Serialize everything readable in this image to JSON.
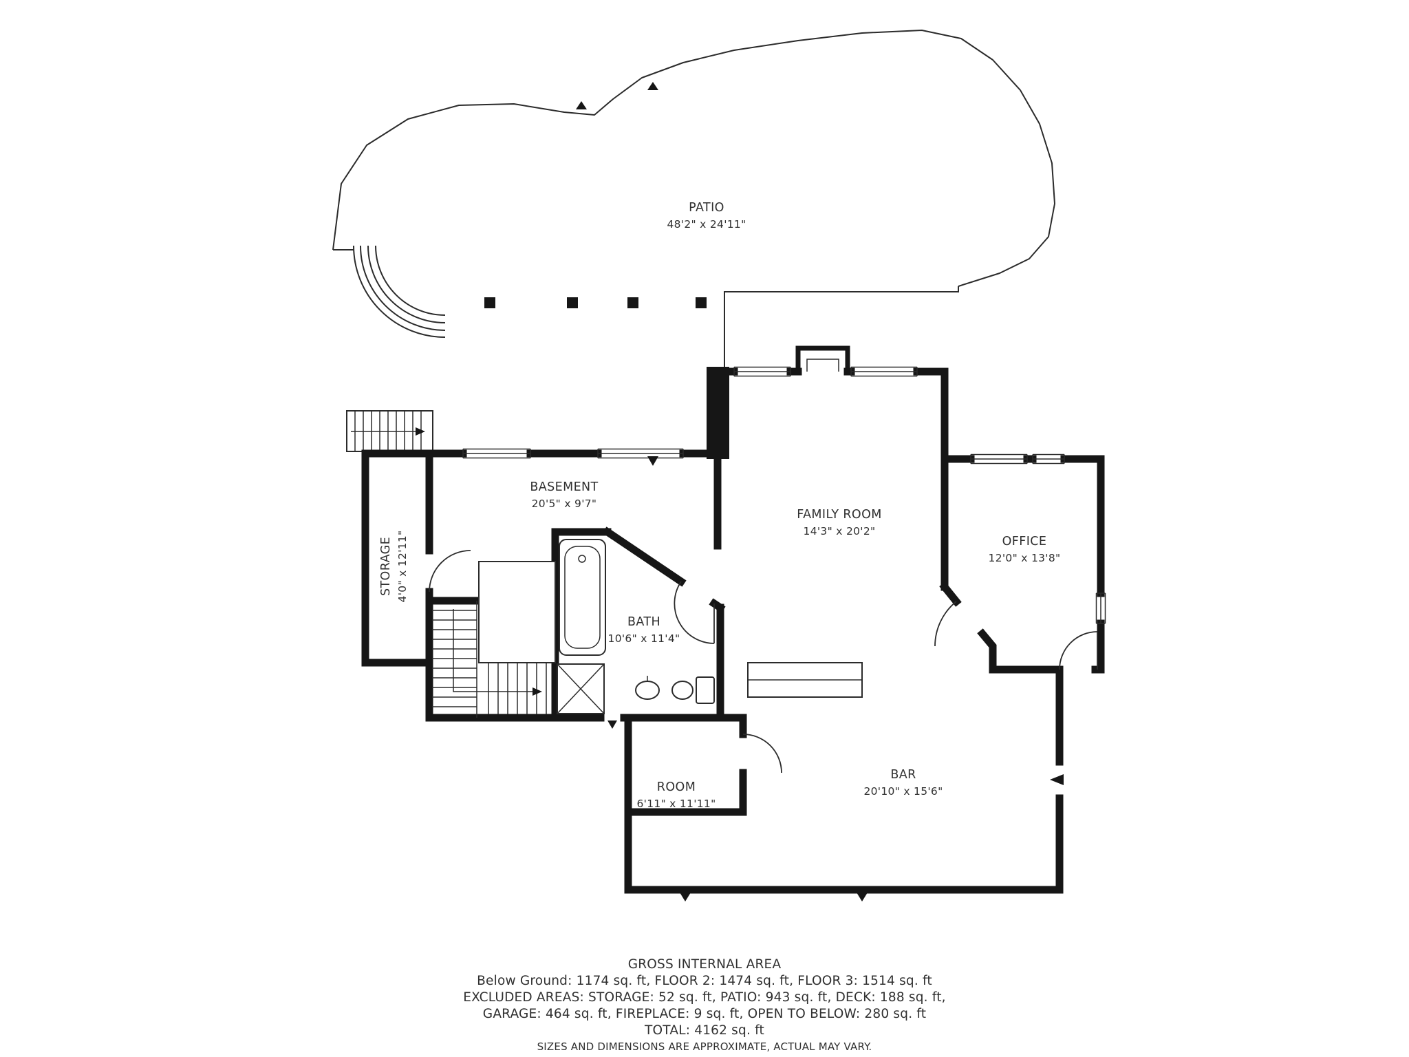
{
  "plan": {
    "rooms": [
      {
        "id": "patio",
        "name": "PATIO",
        "dims": "48'2\" x 24'11\""
      },
      {
        "id": "basement",
        "name": "BASEMENT",
        "dims": "20'5\" x 9'7\""
      },
      {
        "id": "storage",
        "name": "STORAGE",
        "dims": "4'0\" x 12'11\""
      },
      {
        "id": "family-room",
        "name": "FAMILY ROOM",
        "dims": "14'3\" x 20'2\""
      },
      {
        "id": "office",
        "name": "OFFICE",
        "dims": "12'0\" x 13'8\""
      },
      {
        "id": "bath",
        "name": "BATH",
        "dims": "10'6\" x 11'4\""
      },
      {
        "id": "room",
        "name": "ROOM",
        "dims": "6'11\" x 11'11\""
      },
      {
        "id": "bar",
        "name": "BAR",
        "dims": "20'10\" x 15'6\""
      }
    ]
  },
  "footer": {
    "heading": "GROSS INTERNAL AREA",
    "line1": "Below Ground: 1174 sq. ft, FLOOR 2: 1474 sq. ft, FLOOR 3: 1514 sq. ft",
    "line2": "EXCLUDED AREAS: STORAGE: 52 sq. ft, PATIO: 943 sq. ft, DECK: 188 sq. ft,",
    "line3": "GARAGE: 464 sq. ft, FIREPLACE: 9 sq. ft, OPEN TO BELOW: 280 sq. ft",
    "total": "TOTAL: 4162 sq. ft",
    "disclaimer": "SIZES AND DIMENSIONS ARE APPROXIMATE, ACTUAL MAY VARY."
  },
  "colors": {
    "wall": "#161616",
    "line": "#2b2b2b",
    "text": "#303030",
    "background": "#ffffff"
  }
}
